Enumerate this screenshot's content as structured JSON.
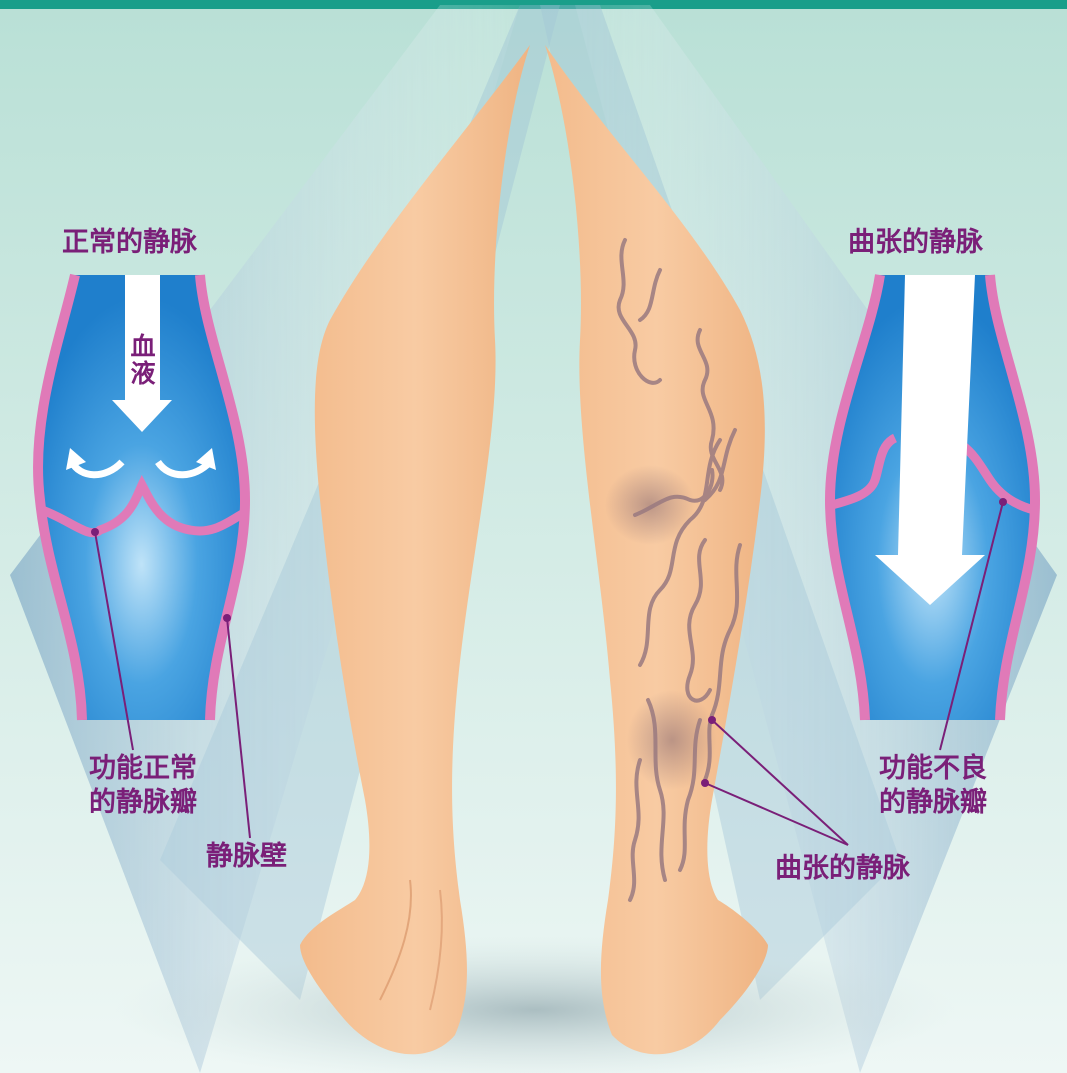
{
  "normal_vein": {
    "title": "正常的静脉",
    "flow_label": "血液",
    "valve_label_line1": "功能正常",
    "valve_label_line2": "的静脉瓣",
    "wall_label": "静脉壁"
  },
  "varicose_vein": {
    "title": "曲张的静脉",
    "valve_label_line1": "功能不良",
    "valve_label_line2": "的静脉瓣"
  },
  "leg": {
    "varicose_label": "曲张的静脉"
  },
  "colors": {
    "header_bar": "#1a9e8a",
    "background": "#d9efe9",
    "vein_blue": "#2f8fd8",
    "vein_wall_pink": "#e07ab8",
    "skin": "#f6c49a",
    "label_purple": "#7a1f78"
  }
}
